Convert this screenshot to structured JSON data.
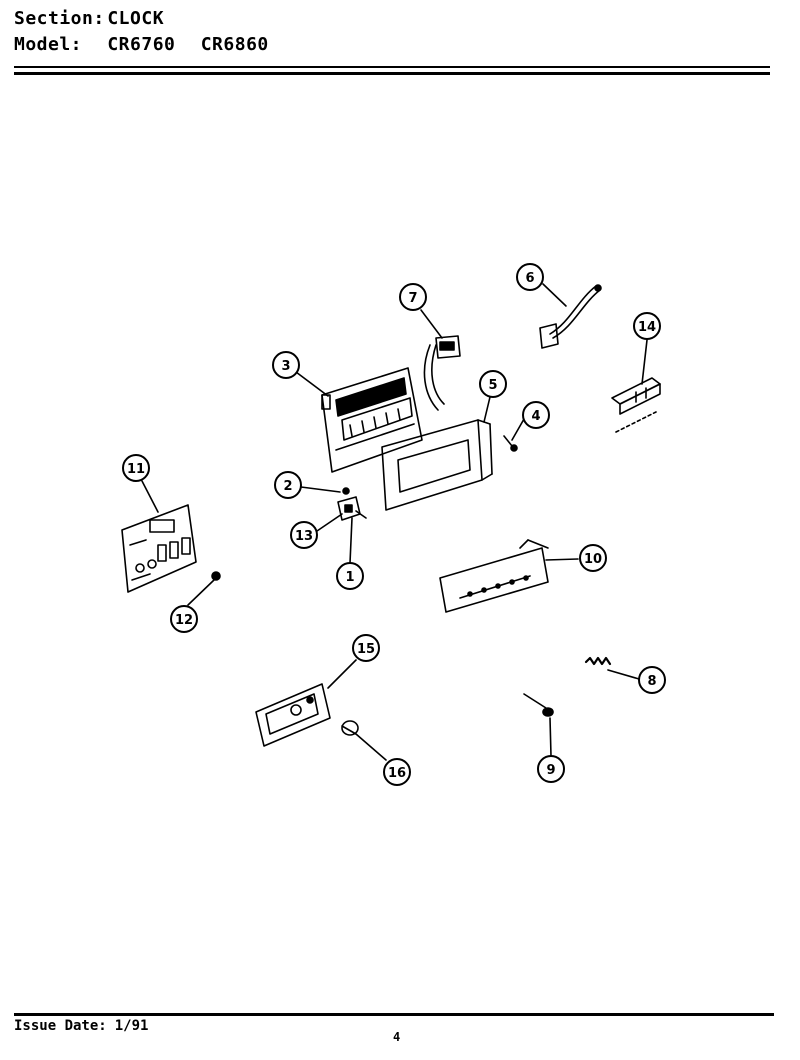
{
  "header": {
    "section_label": "Section:",
    "section_value": "CLOCK",
    "model_label": "Model:",
    "models": [
      "CR6760",
      "CR6860"
    ]
  },
  "callouts": [
    "1",
    "2",
    "3",
    "4",
    "5",
    "6",
    "7",
    "8",
    "9",
    "10",
    "11",
    "12",
    "13",
    "14",
    "15",
    "16"
  ],
  "footer": {
    "issue_label": "Issue Date:",
    "issue_date": "1/91",
    "page_number": "4"
  },
  "colors": {
    "ink": "#000000",
    "paper": "#ffffff"
  }
}
